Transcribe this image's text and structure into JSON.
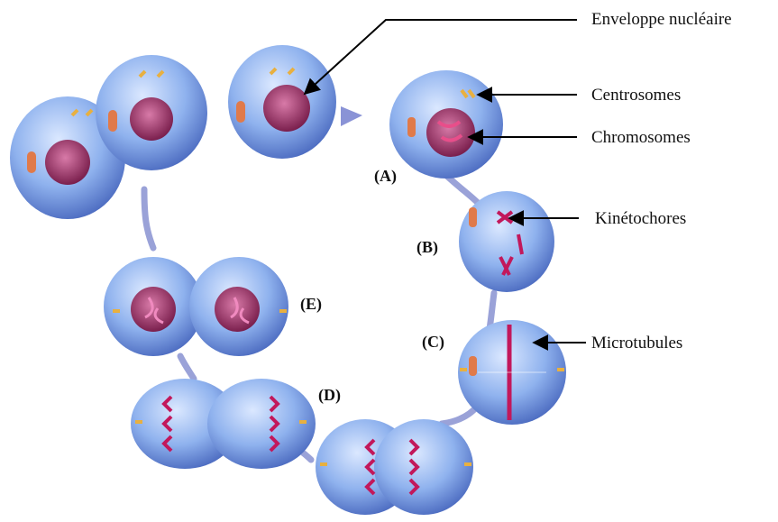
{
  "labels": {
    "enveloppe": "Enveloppe nucléaire",
    "centrosomes": "Centrosomes",
    "chromosomes": "Chromosomes",
    "kinetochores": "Kinétochores",
    "microtubules": "Microtubules"
  },
  "stages": {
    "a": "(A)",
    "b": "(B)",
    "c": "(C)",
    "d": "(D)",
    "e": "(E)"
  },
  "colors": {
    "cell_blue": "#7fa8e8",
    "cell_edge": "#4a6fc4",
    "nucleus": "#a8396e",
    "chromosome": "#c2185b",
    "cycle_path": "#9aa2d8",
    "centrosome": "#e8b040",
    "organelle": "#e07a4a"
  },
  "icons": [
    "cycle-arrow-icon",
    "label-arrow-icon"
  ]
}
